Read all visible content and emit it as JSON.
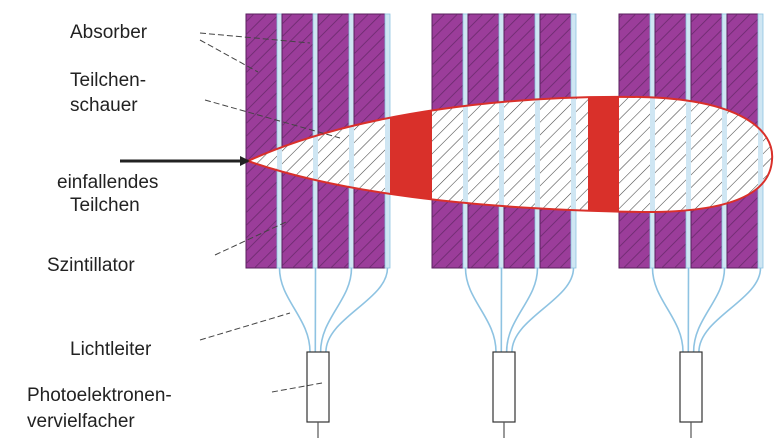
{
  "labels": {
    "absorber": "Absorber",
    "shower_line1": "Teilchen-",
    "shower_line2": "schauer",
    "incident_line1": "einfallendes",
    "incident_line2": "Teilchen",
    "scintillator": "Szintillator",
    "lightguide": "Lichtleiter",
    "pmt_line1": "Photoelektronen-",
    "pmt_line2": "vervielfacher"
  },
  "colors": {
    "absorber": "#9b3d9a",
    "absorber_edge": "#5a1f5e",
    "scintillator": "#cfe6f3",
    "lightguide": "#8ec3e2",
    "shower_outline": "#d9302a",
    "shower_fill_gap": "#d9302a",
    "label_text": "#222222",
    "leader_line": "#444444"
  },
  "structure": {
    "module_count": 3,
    "absorber_plates_per_module": 4,
    "scintillator_layers_per_module": 4,
    "photomultipliers": 3
  }
}
